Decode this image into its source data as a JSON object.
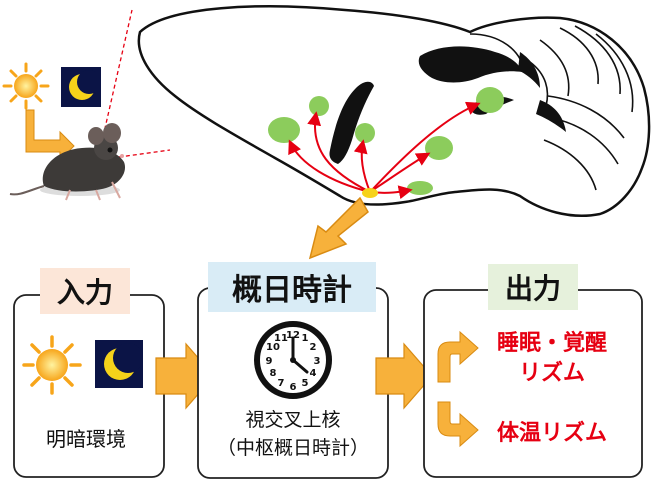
{
  "input_box": {
    "header": "入力",
    "label": "明暗環境"
  },
  "clock_box": {
    "header": "概日時計",
    "label_line1": "視交叉上核",
    "label_line2": "（中枢概日時計）"
  },
  "output_box": {
    "header": "出力",
    "item1_line1": "睡眠・覚醒",
    "item1_line2": "リズム",
    "item2": "体温リズム"
  },
  "icons": [
    "sun-icon",
    "moon-icon",
    "clock-icon",
    "mouse-image",
    "brain-section",
    "arrow-icon"
  ],
  "colors": {
    "input_header_bg": "#fce6d8",
    "clock_header_bg": "#d9ecf6",
    "output_header_bg": "#e6f1dc",
    "box_border": "#222222",
    "output_text": "#e60012",
    "arrow_fill": "#f7b13b",
    "moon_bg": "#0b1446",
    "moon": "#f5d21a",
    "brain_target": "#8ccc5c",
    "projection_arrow": "#e60012",
    "scn_dot": "#f6d21a"
  }
}
